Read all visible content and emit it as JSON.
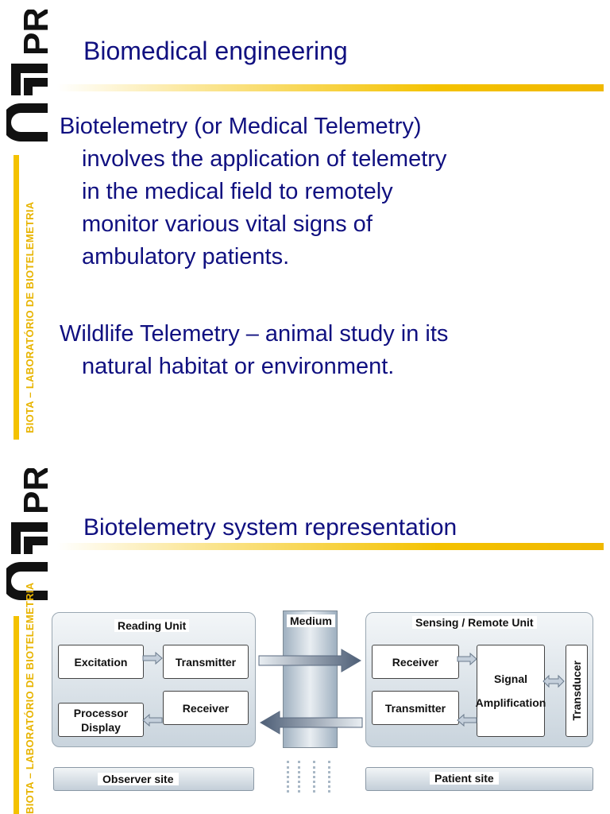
{
  "logo": {
    "brand": "UTFPR",
    "side_text": "BIOTA – LABORATÓRIO DE BIOTELEMETRIA"
  },
  "slide1": {
    "title": "Biomedical engineering",
    "para1_first": "Biotelemetry (or Medical Telemetry)",
    "para1_lines": [
      "involves the application of telemetry",
      "in the medical field to remotely",
      "monitor various vital signs of",
      "ambulatory patients."
    ],
    "para2_first": "Wildlife Telemetry – animal study in its",
    "para2_lines": [
      "natural habitat or environment."
    ]
  },
  "slide2": {
    "title": "Biotelemetry system representation",
    "reading_unit": {
      "label": "Reading Unit",
      "excitation": "Excitation",
      "transmitter": "Transmitter",
      "processor_display": [
        "Processor",
        "Display"
      ],
      "receiver": "Receiver"
    },
    "medium": "Medium",
    "sensing_unit": {
      "label": "Sensing / Remote Unit",
      "receiver": "Receiver",
      "transmitter": "Transmitter",
      "signal_amplification": [
        "Signal",
        "Amplification"
      ],
      "transducer": "Transducer"
    },
    "observer_site": "Observer site",
    "patient_site": "Patient site"
  },
  "colors": {
    "title": "#101080",
    "accent": "#f4c200"
  }
}
